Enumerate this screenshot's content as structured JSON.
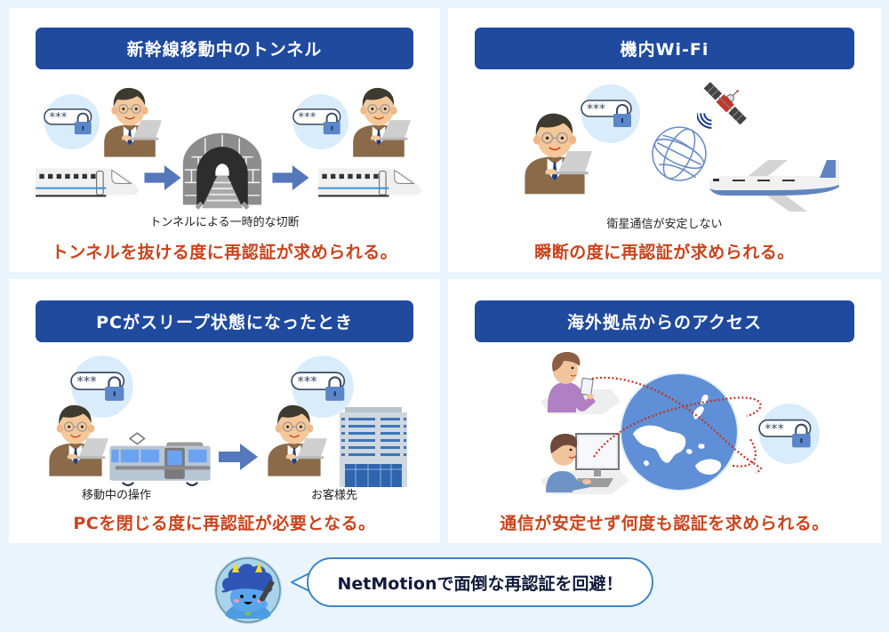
{
  "colors": {
    "background": "#eaf4fd",
    "panel": "#ffffff",
    "header_bar": "#1f4a9e",
    "header_text": "#ffffff",
    "lead_text": "#c9441d",
    "caption_text": "#222222",
    "bubble_border": "#3b86c9"
  },
  "panels": [
    {
      "title": "新幹線移動中のトンネル",
      "caption": "トンネルによる一時的な切断",
      "lead": "トンネルを抜ける度に再認証が求められる。",
      "icons": [
        "password-lock-icon",
        "businessman-laptop-icon",
        "bullet-train-icon",
        "arrow-right-icon",
        "tunnel-icon",
        "arrow-right-icon",
        "password-lock-icon",
        "businessman-laptop-icon",
        "bullet-train-icon"
      ]
    },
    {
      "title": "機内Wi-Fi",
      "caption": "衛星通信が安定しない",
      "lead": "瞬断の度に再認証が求められる。",
      "icons": [
        "businessman-laptop-icon",
        "password-lock-icon",
        "globe-icon",
        "satellite-icon",
        "airplane-icon"
      ]
    },
    {
      "title": "PCがスリープ状態になったとき",
      "labels": [
        "移動中の操作",
        "お客様先"
      ],
      "lead": "PCを閉じる度に再認証が必要となる。",
      "icons": [
        "password-lock-icon",
        "businessman-laptop-icon",
        "train-icon",
        "arrow-right-icon",
        "password-lock-icon",
        "businessman-laptop-icon",
        "office-building-icon"
      ]
    },
    {
      "title": "海外拠点からのアクセス",
      "lead": "通信が安定せず何度も認証を求められる。",
      "icons": [
        "woman-tablet-icon",
        "man-desktop-icon",
        "earth-globe-icon",
        "dotted-orbit",
        "password-lock-icon"
      ]
    }
  ],
  "footer": {
    "mascot": "mascot-avatar-icon",
    "message": "NetMotionで面倒な再認証を回避！"
  },
  "password_badge": {
    "mask": "***"
  }
}
